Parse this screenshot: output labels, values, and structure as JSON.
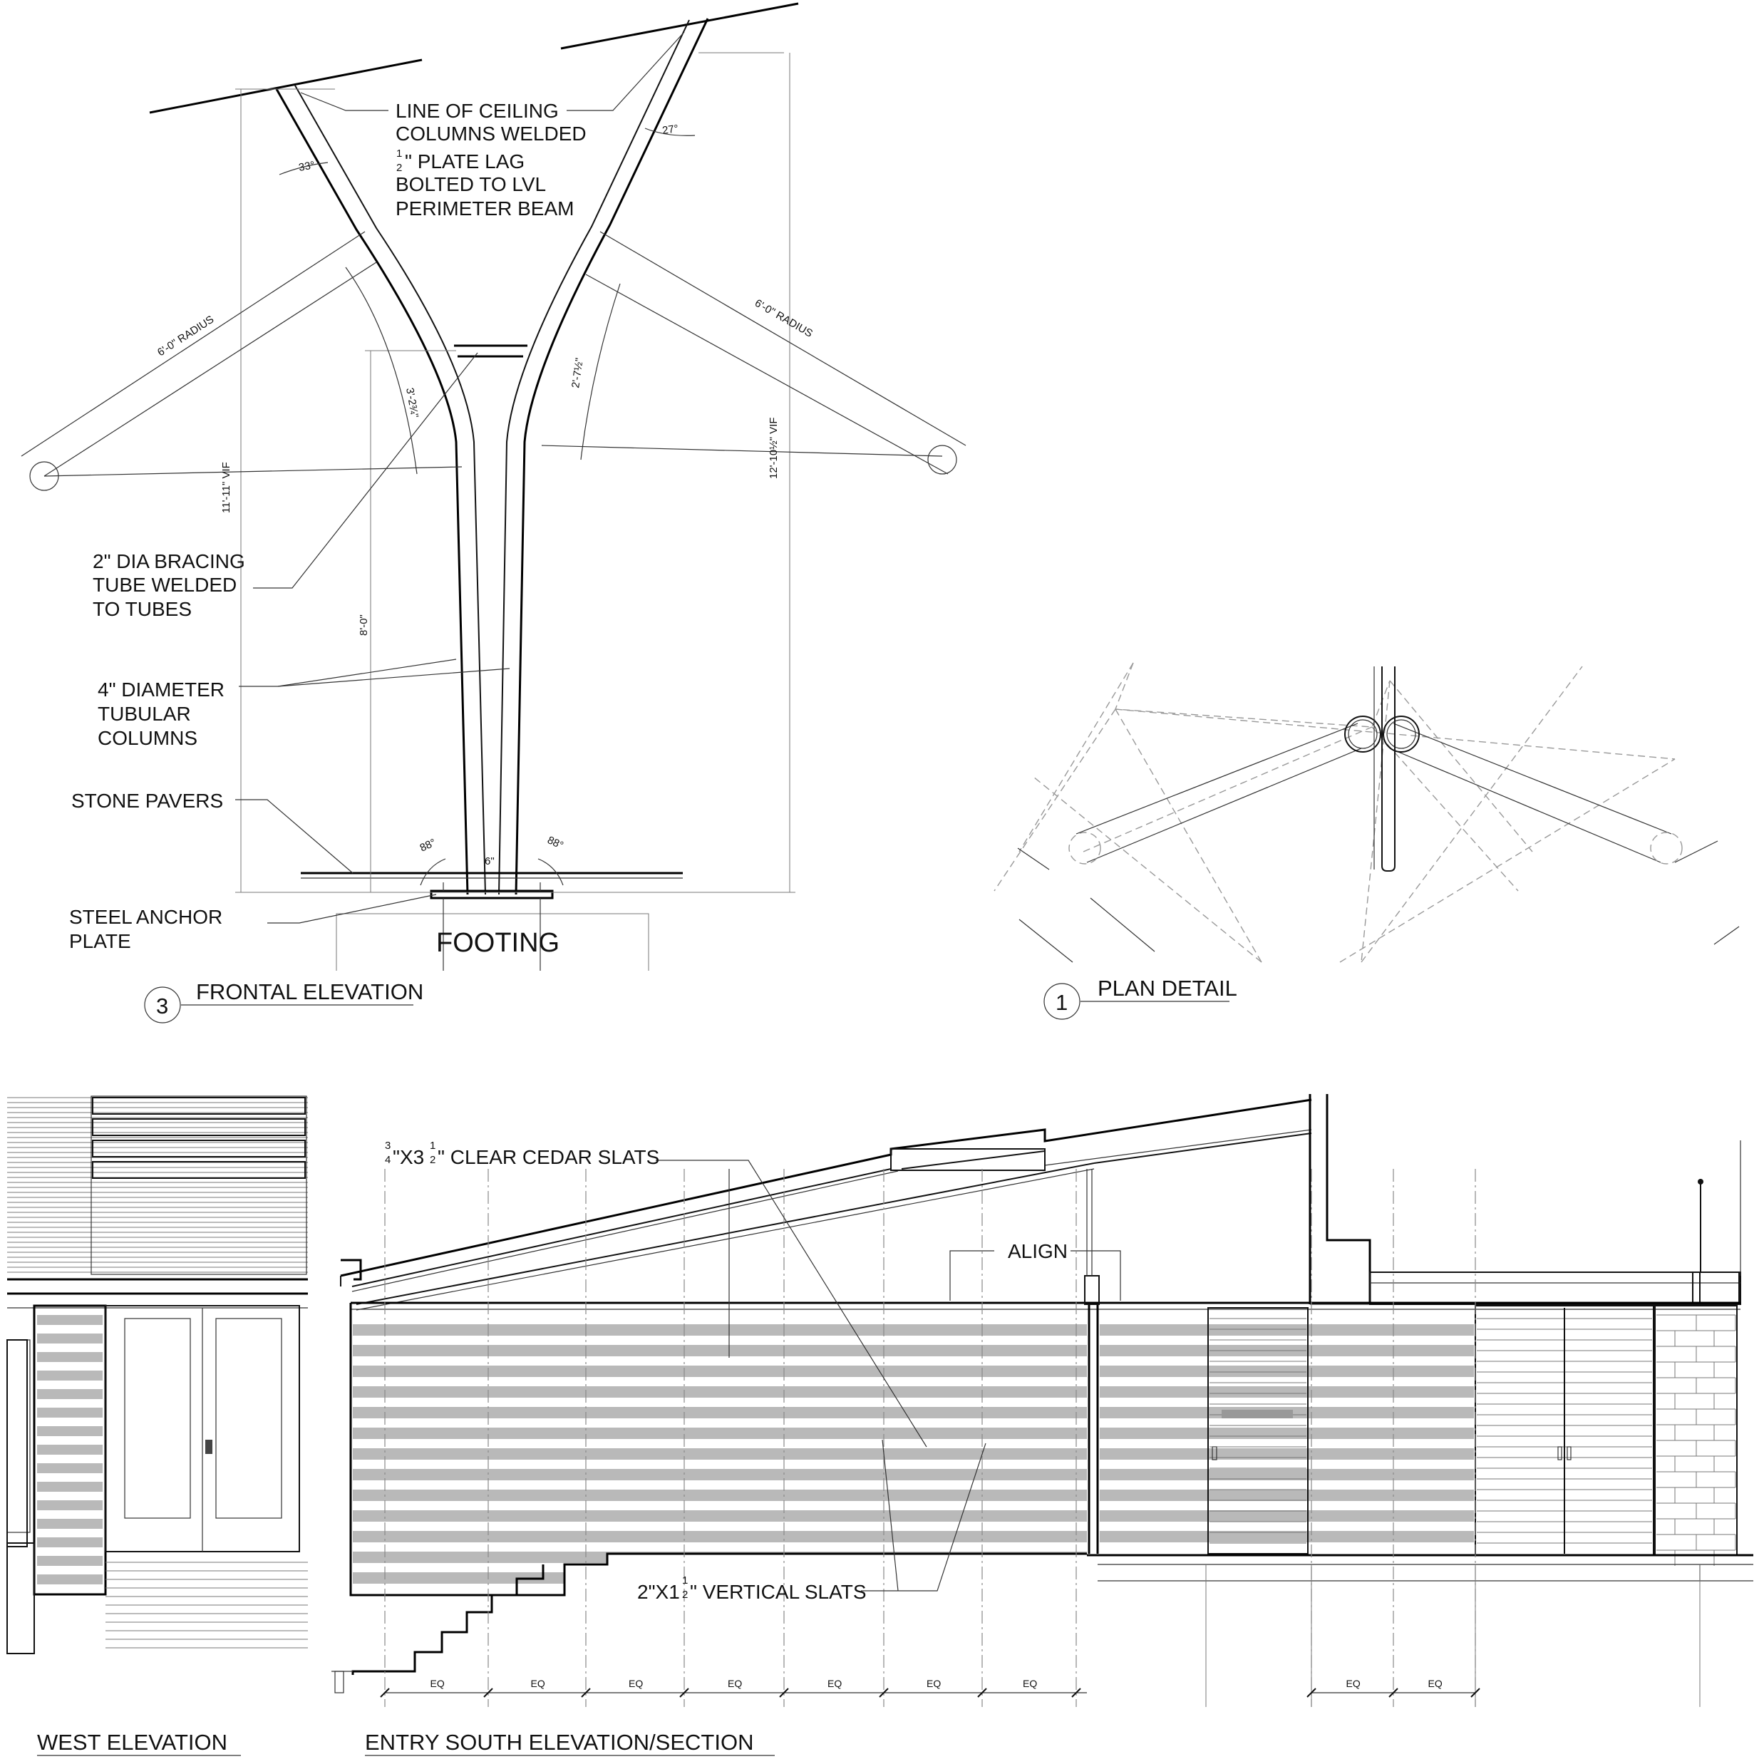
{
  "frontal": {
    "title": "FRONTAL ELEVATION",
    "number": "3",
    "notes": {
      "ceiling": "LINE OF CEILING",
      "welded": "COLUMNS WELDED",
      "plate_frac": "1",
      "plate_den": "2",
      "plate": "\" PLATE LAG",
      "bolted": "BOLTED TO LVL",
      "beam": "PERIMETER BEAM",
      "bracing_1": "2\" DIA BRACING",
      "bracing_2": "TUBE WELDED",
      "bracing_3": "TO TUBES",
      "columns_1": "4\" DIAMETER",
      "columns_2": "TUBULAR",
      "columns_3": "COLUMNS",
      "pavers": "STONE PAVERS",
      "anchor_1": "STEEL ANCHOR",
      "anchor_2": "PLATE",
      "footing": "FOOTING"
    },
    "dims": {
      "angle_left_top": "33°",
      "angle_right_top": "27°",
      "radius_left": "6'-0\" RADIUS",
      "radius_right": "6'-0\" RADIUS",
      "arc_left": "3'-2¾\"",
      "arc_right": "2'-7½\"",
      "height_left": "11'-11\" VIF",
      "height_right": "12'-10½\" VIF",
      "height_mid": "8'-0\"",
      "angle_left_base": "88°",
      "angle_right_base": "88°",
      "base_gap": "6\""
    }
  },
  "plan": {
    "title": "PLAN DETAIL",
    "number": "1"
  },
  "west": {
    "title": "WEST ELEVATION"
  },
  "south": {
    "title": "ENTRY SOUTH ELEVATION/SECTION",
    "notes": {
      "cedar_num": "3",
      "cedar_den": "4",
      "cedar_mid": "\"X3",
      "cedar_frac_num": "1",
      "cedar_frac_den": "2",
      "cedar_tail": "\" CLEAR CEDAR SLATS",
      "align": "ALIGN",
      "vertical_a": "2\"X1",
      "vertical_num": "1",
      "vertical_den": "2",
      "vertical_tail": "\" VERTICAL SLATS"
    },
    "eq_label": "EQ"
  }
}
